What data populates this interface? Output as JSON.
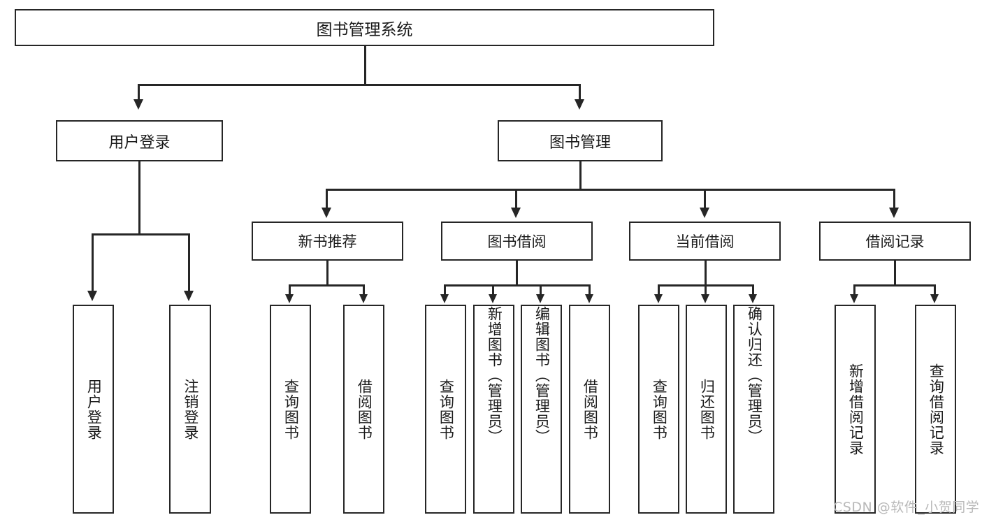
{
  "diagram": {
    "title": "图书管理系统",
    "root": {
      "label": "图书管理系统"
    },
    "level2": [
      {
        "label": "用户登录"
      },
      {
        "label": "图书管理"
      }
    ],
    "level3": [
      {
        "label": "新书推荐"
      },
      {
        "label": "图书借阅"
      },
      {
        "label": "当前借阅"
      },
      {
        "label": "借阅记录"
      }
    ],
    "leaves": {
      "user_login": [
        {
          "label": "用户登录"
        },
        {
          "label": "注销登录"
        }
      ],
      "new_book_recommend": [
        {
          "label": "查询图书"
        },
        {
          "label": "借阅图书"
        }
      ],
      "book_borrow": [
        {
          "label": "查询图书"
        },
        {
          "label": "新增图书（管理员）"
        },
        {
          "label": "编辑图书（管理员）"
        },
        {
          "label": "借阅图书"
        }
      ],
      "current_borrow": [
        {
          "label": "查询图书"
        },
        {
          "label": "归还图书"
        },
        {
          "label": "确认归还（管理员）"
        }
      ],
      "borrow_record": [
        {
          "label": "新增借阅记录"
        },
        {
          "label": "查询借阅记录"
        }
      ]
    }
  },
  "watermark": {
    "text": "CSDN @软件_小贺同学"
  },
  "colors": {
    "stroke": "#262626",
    "fill": "#ffffff",
    "text": "#1a1a1a",
    "watermark": "#b9b9b9"
  }
}
